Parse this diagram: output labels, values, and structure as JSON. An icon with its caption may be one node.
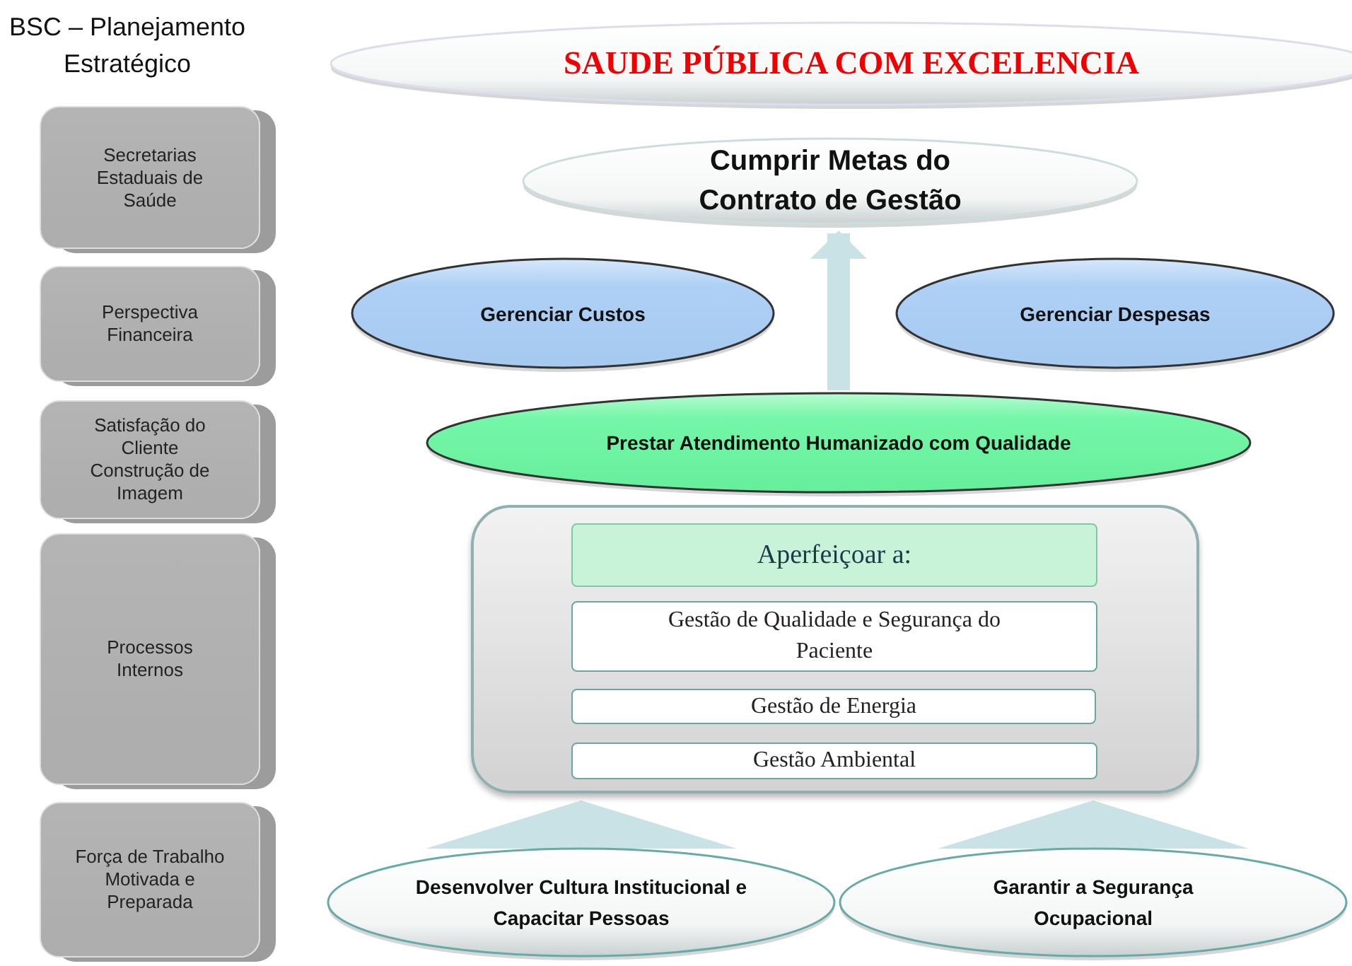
{
  "diagram": {
    "title": "BSC – Planejamento Estratégico",
    "nodes": [
      {
        "text": [
          "SAUDE PÚBLICA COM EXCELENCIA"
        ]
      },
      {
        "text": [
          "Secretarias Estaduais de Saúde"
        ]
      },
      {
        "text": [
          "Cumprir Metas do Contrato de Gestão"
        ]
      },
      {
        "text": [
          "Perspectiva Financeira"
        ]
      },
      {
        "text": [
          "Gerenciar Custos"
        ]
      },
      {
        "text": [
          "Gerenciar Despesas"
        ]
      },
      {
        "text": [
          "Satisfação do Cliente Construção de Imagem"
        ]
      },
      {
        "text": [
          "Prestar Atendimento Humanizado com Qualidade"
        ]
      },
      {
        "text": [
          "Processos Internos"
        ]
      },
      {
        "text": [],
        "shape": "box"
      },
      {
        "text": [
          "Aperfeiçoar a:"
        ],
        "in": 9
      },
      {
        "text": [
          "Gestão de Qualidade e Segurança do Paciente"
        ],
        "in": 9
      },
      {
        "text": [
          "Gestão de Energia"
        ],
        "in": 9
      },
      {
        "text": [
          "Gestão Ambiental"
        ],
        "in": 9
      },
      {
        "text": [
          "Força de Trabalho Motivada e Preparada"
        ]
      },
      {
        "text": [
          "Desenvolver Cultura Institucional e Capacitar Pessoas"
        ]
      },
      {
        "text": [
          "Garantir a Segurança Ocupacional"
        ]
      }
    ],
    "edges": [
      {
        "from": 7,
        "to": 2,
        "arrow": "to",
        "style": "thick"
      },
      {
        "from": 15,
        "to": 9,
        "arrow": "to"
      },
      {
        "from": 16,
        "to": 9,
        "arrow": "to"
      }
    ]
  }
}
